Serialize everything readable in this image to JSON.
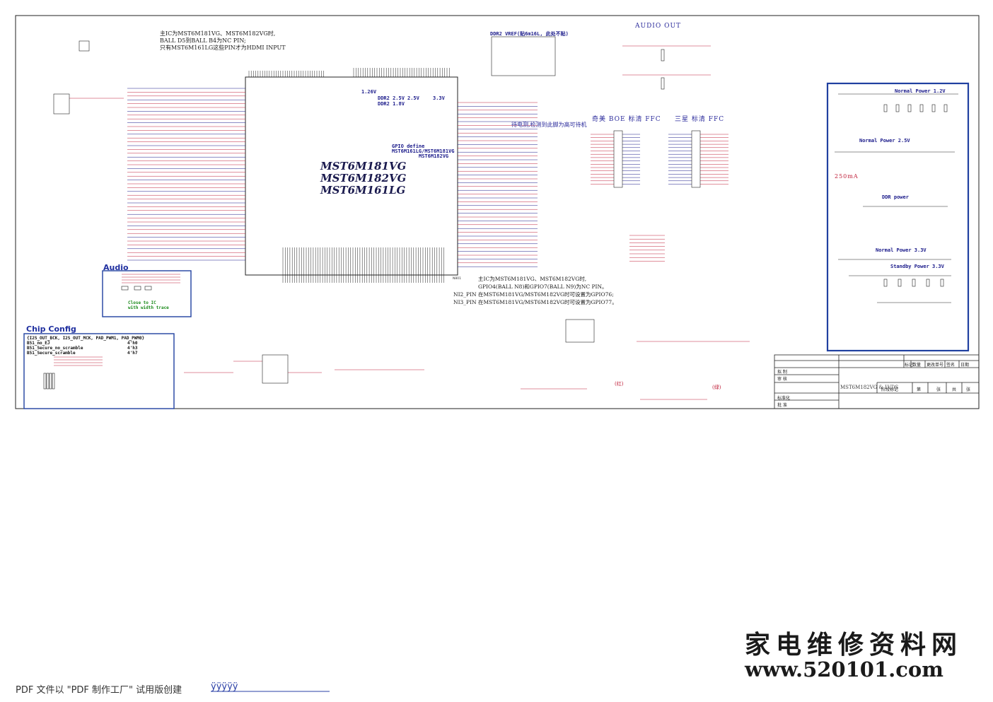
{
  "chip": {
    "title_lines": [
      "MST6M181VG",
      "MST6M182VG",
      "MST6M161LG"
    ],
    "ref": "N801"
  },
  "notes": {
    "top_chip_note": [
      "主IC为MST6M181VG、MST6M182VG时,",
      "BALL D5到BALL B4为NC PIN;",
      "只有MST6M161LG这些PIN才为HDMI INPUT"
    ],
    "bottom_chip_note": [
      "主IC为MST6M181VG、MST6M182VG时,",
      "GPIO4(BALL N8)和GPIO7(BALL N9)为NC PIN。",
      "NI2_PIN 在MST6M181VG/MST6M182VG时可设置为GPIO76;",
      "NI3_PIN 在MST6M181VG/MST6M182VG时可设置为GPIO77。"
    ],
    "test_point_note": "待电测,检测到此脚为高可待机",
    "ddr2_vref": "DDR2 VREF(贴6m16L, 此处不贴)",
    "gpio_define": [
      "GPIO define",
      "MST6M161LG/MST6M181VG",
      "MST6M182VG"
    ],
    "rail_labels": [
      "1.26V",
      "DDR2 2.5V",
      "2.5V",
      "3.3V",
      "DDR2 1.8V"
    ]
  },
  "audio_out": {
    "label": "AUDIO OUT"
  },
  "ffc": {
    "left_label": "奇美 BOE 标清 FFC",
    "right_label": "三星 标清 FFC"
  },
  "audio_box": {
    "title": "Audio",
    "note_line1": "Close to IC",
    "note_line2": "with width trace"
  },
  "chip_config": {
    "title": "Chip Config",
    "rows": [
      {
        "name": "{I2S_OUT_BCK, I2S_OUT_MCK, PAD_PWM1, PAD_PWM0}",
        "value": ""
      },
      {
        "name": "B51_no_EJ",
        "value": "4'h0"
      },
      {
        "name": "B51_Secure_no_scramble",
        "value": "4'h3"
      },
      {
        "name": "B51_Secure_scramble",
        "value": "4'h7"
      }
    ]
  },
  "power": {
    "normal_1v2": "Normal Power 1.2V",
    "normal_2v5": "Normal Power 2.5V",
    "ddr": "DDR power",
    "normal_3v3": "Normal Power 3.3V",
    "standby_3v3": "Standby Power 3.3V",
    "current_note": "250mA"
  },
  "led_notes": {
    "red": "(红)",
    "green": "(绿)"
  },
  "title_block": {
    "row_labels": [
      "拟 制",
      "审 核",
      "",
      "",
      "标准化",
      "批 准"
    ],
    "header_cells": [
      "标记",
      "数量",
      "更改单号",
      "签名",
      "日期"
    ],
    "drawing_title": "MST6M182VG & LVDS",
    "stage_row": [
      "阶段标记",
      "第",
      "张",
      "共",
      "张"
    ]
  },
  "watermark": {
    "line1": "家电维修资料网",
    "line2": "www.520101.com"
  },
  "footer": {
    "text": "PDF 文件以 \"PDF 制作工厂\" 试用版创建",
    "link": "ÿÿÿÿÿ"
  },
  "colors": {
    "wire_red": "#c0203a",
    "wire_navy": "#1a1a8a",
    "box_blue": "#2040a0",
    "line_black": "#222222"
  }
}
